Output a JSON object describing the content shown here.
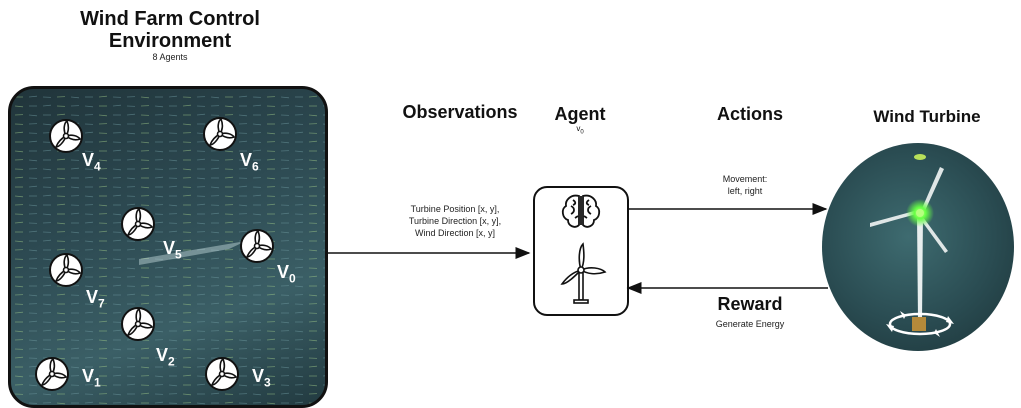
{
  "env": {
    "title_line1": "Wind Farm Control",
    "title_line2": "Environment",
    "subtitle": "8 Agents"
  },
  "observations": {
    "heading": "Observations",
    "lines": [
      "Turbine Position [x, y],",
      "Turbine Direction [x, y],",
      "Wind Direction [x, y]"
    ]
  },
  "agent": {
    "heading": "Agent",
    "sub_letter": "v",
    "sub_index": "0",
    "icons": [
      "brain-icon",
      "wind-turbine-icon"
    ]
  },
  "actions": {
    "heading": "Actions",
    "line1": "Movement:",
    "line2": "left, right"
  },
  "reward": {
    "heading": "Reward",
    "caption": "Generate Energy"
  },
  "turbine": {
    "heading": "Wind Turbine"
  },
  "agents": [
    {
      "letter": "V",
      "index": "4"
    },
    {
      "letter": "V",
      "index": "6"
    },
    {
      "letter": "V",
      "index": "5"
    },
    {
      "letter": "V",
      "index": "0"
    },
    {
      "letter": "V",
      "index": "7"
    },
    {
      "letter": "V",
      "index": "2"
    },
    {
      "letter": "V",
      "index": "1"
    },
    {
      "letter": "V",
      "index": "3"
    }
  ],
  "colors": {
    "sea": "#2d4a52",
    "turbine_light": "#66ff44"
  }
}
